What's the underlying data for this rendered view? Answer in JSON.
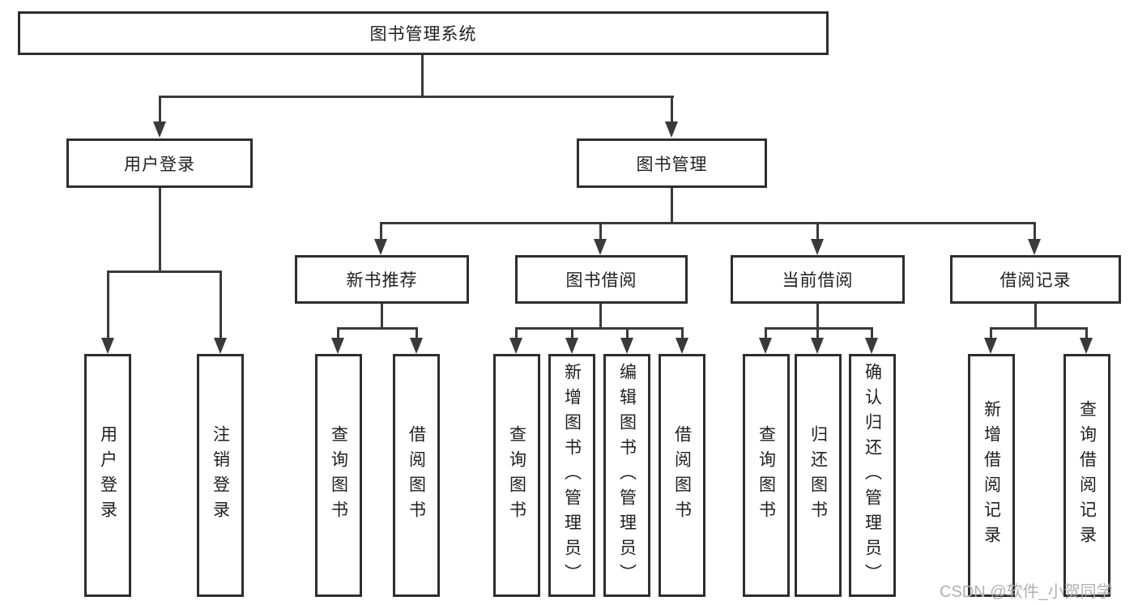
{
  "diagram": {
    "title": "图书管理系统",
    "watermark": "CSDN @软件_小贺同学",
    "colors": {
      "background": "#ffffff",
      "node_border": "#2e2e2e",
      "connector_line": "#3a3a3a",
      "text": "#1f1f1f",
      "watermark_text": "#b0b0b0"
    },
    "nodes": {
      "root": {
        "label": "图书管理系统"
      },
      "level2": [
        {
          "id": "user-login",
          "label": "用户登录",
          "parent": "图书管理系统"
        },
        {
          "id": "book-management",
          "label": "图书管理",
          "parent": "图书管理系统"
        }
      ],
      "level3": [
        {
          "id": "new-book-recommendation",
          "label": "新书推荐",
          "parent": "图书管理"
        },
        {
          "id": "book-borrowing",
          "label": "图书借阅",
          "parent": "图书管理"
        },
        {
          "id": "current-borrowing",
          "label": "当前借阅",
          "parent": "图书管理"
        },
        {
          "id": "borrowing-records",
          "label": "借阅记录",
          "parent": "图书管理"
        }
      ],
      "leaves": [
        {
          "label": "用户登录",
          "parent": "用户登录"
        },
        {
          "label": "注销登录",
          "parent": "用户登录"
        },
        {
          "label": "查询图书",
          "parent": "新书推荐"
        },
        {
          "label": "借阅图书",
          "parent": "新书推荐"
        },
        {
          "label": "查询图书",
          "parent": "图书借阅"
        },
        {
          "label": "新增图书（管理员）",
          "parent": "图书借阅"
        },
        {
          "label": "编辑图书（管理员）",
          "parent": "图书借阅"
        },
        {
          "label": "借阅图书",
          "parent": "图书借阅"
        },
        {
          "label": "查询图书",
          "parent": "当前借阅"
        },
        {
          "label": "归还图书",
          "parent": "当前借阅"
        },
        {
          "label": "确认归还（管理员）",
          "parent": "当前借阅"
        },
        {
          "label": "新增借阅记录",
          "parent": "借阅记录"
        },
        {
          "label": "查询借阅记录",
          "parent": "借阅记录"
        }
      ]
    }
  }
}
